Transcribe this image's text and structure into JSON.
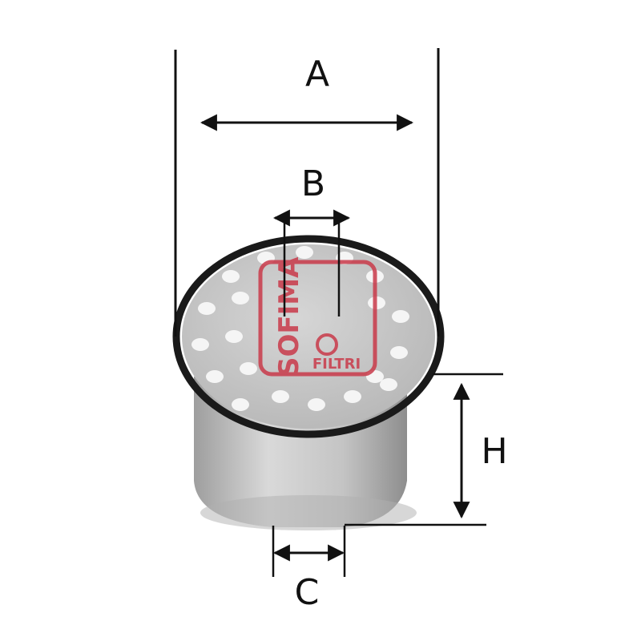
{
  "dimensions": {
    "outer_diameter_label": "A",
    "inner_diameter_label": "B",
    "bottom_hole_label": "C",
    "height_label": "H"
  },
  "logo": {
    "brand_text": "SOFIMA",
    "sub_text": "FILTRI"
  },
  "colors": {
    "line": "#111111",
    "filter_body": "#cfcfcf",
    "filter_shadow": "#a9a9a9",
    "gasket": "#1a1a1a",
    "logo_accent": "#c93a4a"
  }
}
